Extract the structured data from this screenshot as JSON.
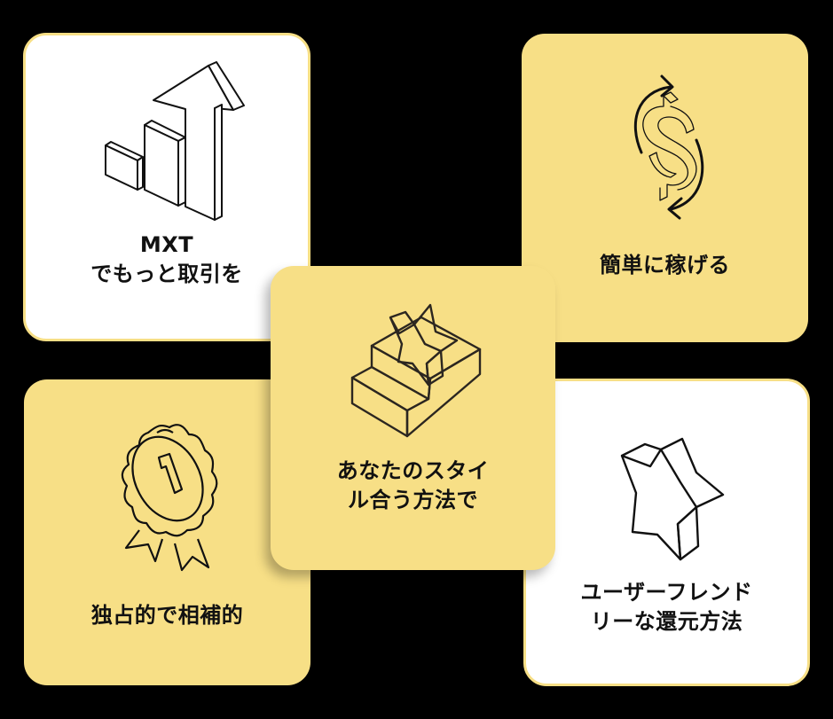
{
  "colors": {
    "background": "#000000",
    "card_yellow": "#f7df86",
    "card_white": "#ffffff",
    "card_border": "#f7df86",
    "text": "#111111"
  },
  "cards": [
    {
      "id": "top-left",
      "style": "white",
      "icon": "bar-chart-arrow-up-icon",
      "lines": [
        "MXT",
        "でもっと取引を"
      ]
    },
    {
      "id": "top-right",
      "style": "yellow",
      "icon": "dollar-exchange-icon",
      "lines": [
        "簡単に稼げる"
      ]
    },
    {
      "id": "center",
      "style": "yellow",
      "icon": "star-on-podium-icon",
      "lines": [
        "あなたのスタイ",
        "ル合う方法で"
      ]
    },
    {
      "id": "bottom-left",
      "style": "yellow",
      "icon": "award-ribbon-number-one-icon",
      "lines": [
        "独占的で相補的"
      ]
    },
    {
      "id": "bottom-right",
      "style": "white",
      "icon": "3d-star-icon",
      "lines": [
        "ユーザーフレンド",
        "リーな還元方法"
      ]
    }
  ]
}
